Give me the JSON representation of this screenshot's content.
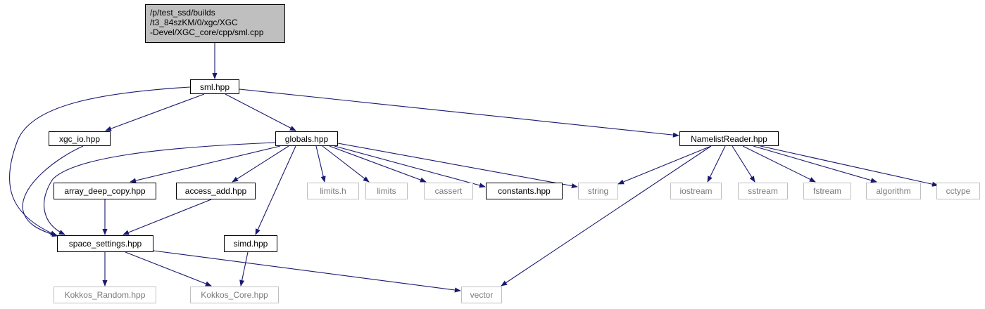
{
  "colors": {
    "edge": "#191970",
    "root_fill": "#bfbfbf",
    "node_border": "#000000",
    "external_border": "#bfbfbf",
    "external_text": "#7a7a7a"
  },
  "nodes": {
    "root": "/p/test_ssd/builds\n/t3_84szKM/0/xgc/XGC\n-Devel/XGC_core/cpp/sml.cpp",
    "sml_hpp": "sml.hpp",
    "xgc_io_hpp": "xgc_io.hpp",
    "globals_hpp": "globals.hpp",
    "namelistreader_hpp": "NamelistReader.hpp",
    "array_deep_copy_hpp": "array_deep_copy.hpp",
    "access_add_hpp": "access_add.hpp",
    "limits_h": "limits.h",
    "limits": "limits",
    "cassert": "cassert",
    "constants_hpp": "constants.hpp",
    "string": "string",
    "iostream": "iostream",
    "sstream": "sstream",
    "fstream": "fstream",
    "algorithm": "algorithm",
    "cctype": "cctype",
    "space_settings_hpp": "space_settings.hpp",
    "simd_hpp": "simd.hpp",
    "kokkos_random_hpp": "Kokkos_Random.hpp",
    "kokkos_core_hpp": "Kokkos_Core.hpp",
    "vector": "vector"
  }
}
